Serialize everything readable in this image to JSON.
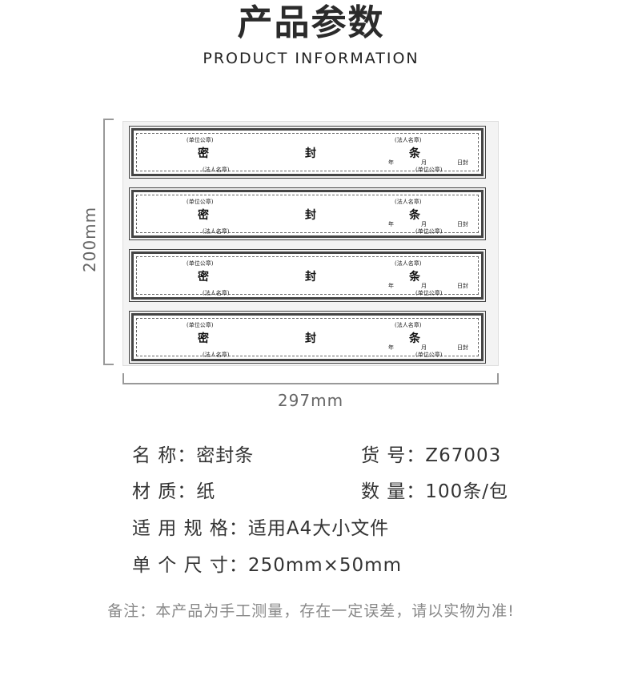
{
  "header": {
    "title": "产品参数",
    "subtitle": "PRODUCT INFORMATION"
  },
  "diagram": {
    "height_label": "200mm",
    "width_label": "297mm",
    "strips": [
      {
        "unit_seal": "(单位公章)",
        "seal_char_1": "密",
        "seal_char_2": "封",
        "seal_char_3": "条",
        "legal_seal_top": "(法人名章)",
        "legal_seal_bottom": "(法人名章)",
        "unit_seal_bottom": "(单位公章)",
        "year": "年",
        "month": "月",
        "day": "日封"
      },
      {
        "unit_seal": "(单位公章)",
        "seal_char_1": "密",
        "seal_char_2": "封",
        "seal_char_3": "条",
        "legal_seal_top": "(法人名章)",
        "legal_seal_bottom": "(法人名章)",
        "unit_seal_bottom": "(单位公章)",
        "year": "年",
        "month": "月",
        "day": "日封"
      },
      {
        "unit_seal": "(单位公章)",
        "seal_char_1": "密",
        "seal_char_2": "封",
        "seal_char_3": "条",
        "legal_seal_top": "(法人名章)",
        "legal_seal_bottom": "(法人名章)",
        "unit_seal_bottom": "(单位公章)",
        "year": "年",
        "month": "月",
        "day": "日封"
      },
      {
        "unit_seal": "(单位公章)",
        "seal_char_1": "密",
        "seal_char_2": "封",
        "seal_char_3": "条",
        "legal_seal_top": "(法人名章)",
        "legal_seal_bottom": "(法人名章)",
        "unit_seal_bottom": "(单位公章)",
        "year": "年",
        "month": "月",
        "day": "日封"
      }
    ]
  },
  "specs": {
    "name": "名 称：密封条",
    "item_no": "货 号：Z67003",
    "material": "材 质：纸",
    "quantity": "数 量：100条/包",
    "applicable": "适 用 规 格：适用A4大小文件",
    "size": "单 个 尺 寸：250mm×50mm"
  },
  "note": "备注：本产品为手工测量，存在一定误差，请以实物为准!"
}
